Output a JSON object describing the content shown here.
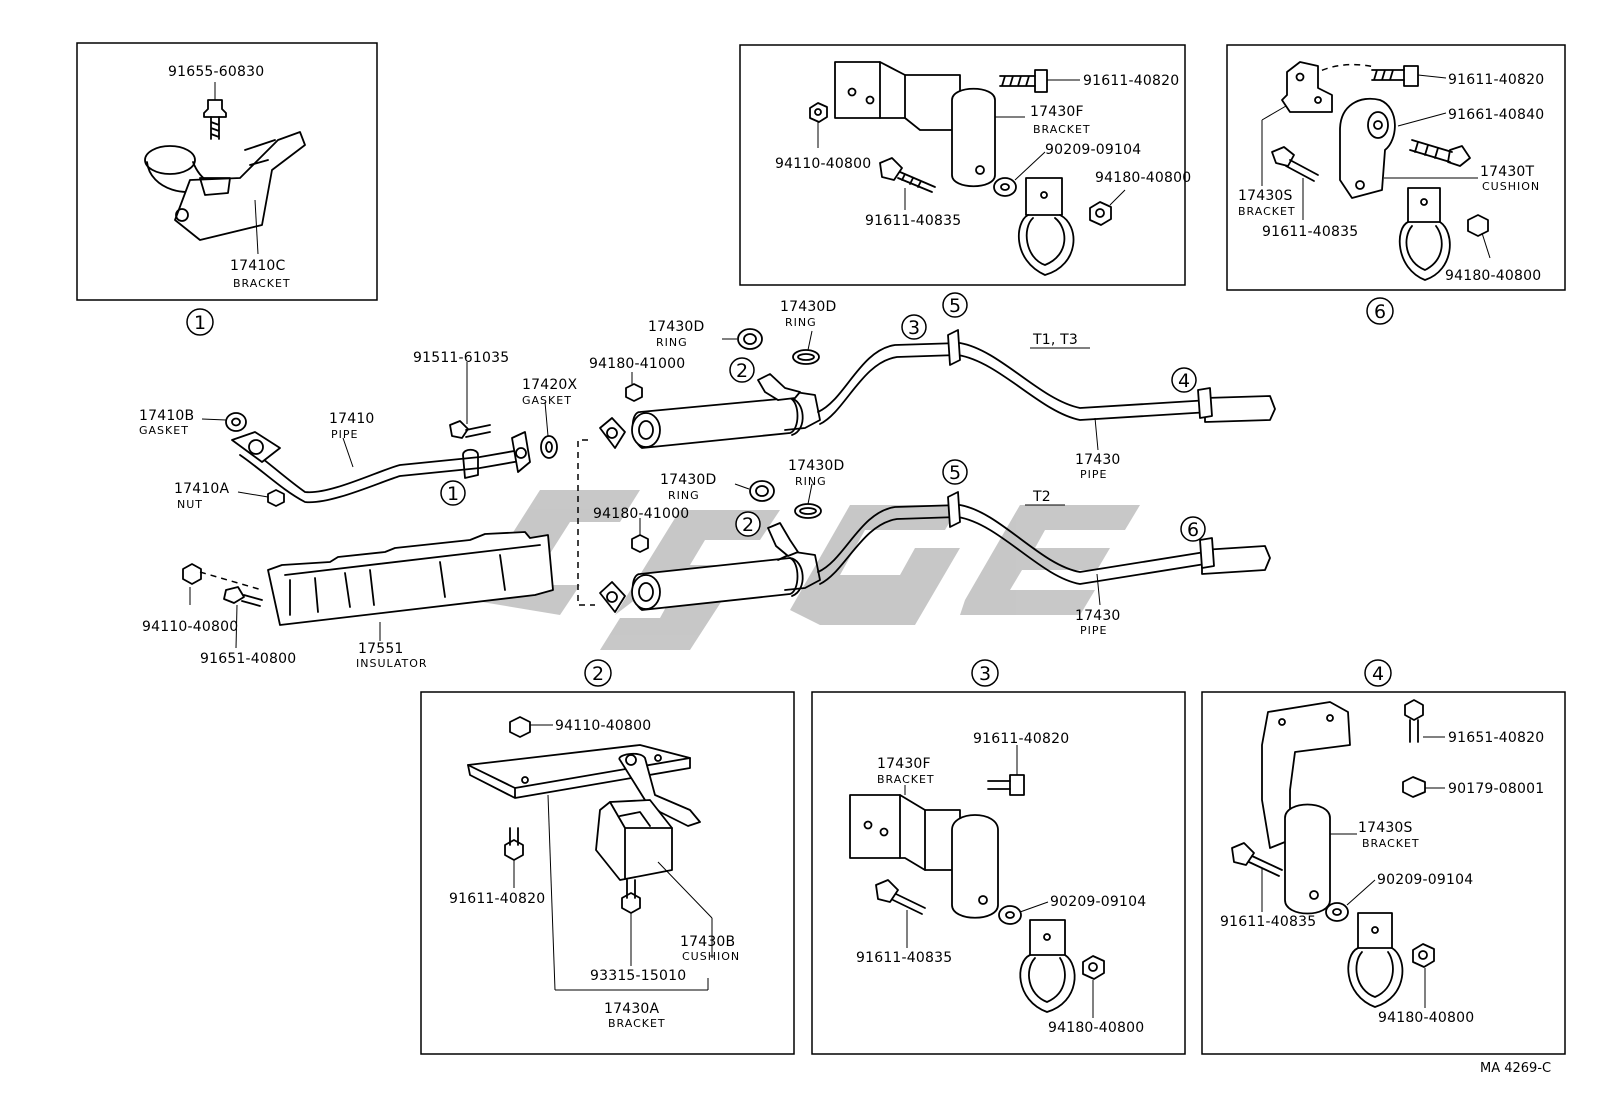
{
  "watermark": {
    "color": "#9a9a9a"
  },
  "reference": "MA 4269-C",
  "panels": [
    {
      "id": "1",
      "labels": [
        {
          "pn": "91655-60830"
        },
        {
          "pn": "17410C",
          "sub": "BRACKET"
        }
      ]
    },
    {
      "id": "5",
      "labels": [
        {
          "pn": "91611-40820"
        },
        {
          "pn": "17430F",
          "sub": "BRACKET"
        },
        {
          "pn": "94110-40800"
        },
        {
          "pn": "90209-09104"
        },
        {
          "pn": "94180-40800"
        },
        {
          "pn": "91611-40835"
        }
      ]
    },
    {
      "id": "6",
      "labels": [
        {
          "pn": "91611-40820"
        },
        {
          "pn": "91661-40840"
        },
        {
          "pn": "17430T",
          "sub": "CUSHION"
        },
        {
          "pn": "17430S",
          "sub": "BRACKET"
        },
        {
          "pn": "91611-40835"
        },
        {
          "pn": "94180-40800"
        }
      ]
    },
    {
      "id": "2",
      "labels": [
        {
          "pn": "94110-40800"
        },
        {
          "pn": "91611-40820"
        },
        {
          "pn": "17430B",
          "sub": "CUSHION"
        },
        {
          "pn": "93315-15010"
        },
        {
          "pn": "17430A",
          "sub": "BRACKET"
        }
      ]
    },
    {
      "id": "3",
      "labels": [
        {
          "pn": "91611-40820"
        },
        {
          "pn": "17430F",
          "sub": "BRACKET"
        },
        {
          "pn": "90209-09104"
        },
        {
          "pn": "91611-40835"
        },
        {
          "pn": "94180-40800"
        }
      ]
    },
    {
      "id": "4",
      "labels": [
        {
          "pn": "91651-40820"
        },
        {
          "pn": "90179-08001"
        },
        {
          "pn": "17430S",
          "sub": "BRACKET"
        },
        {
          "pn": "90209-09104"
        },
        {
          "pn": "91611-40835"
        },
        {
          "pn": "94180-40800"
        }
      ]
    }
  ],
  "main_labels": [
    {
      "pn": "17410B",
      "sub": "GASKET"
    },
    {
      "pn": "17410",
      "sub": "PIPE"
    },
    {
      "pn": "91511-61035"
    },
    {
      "pn": "17420X",
      "sub": "GASKET"
    },
    {
      "pn": "17410A",
      "sub": "NUT"
    },
    {
      "pn": "94110-40800"
    },
    {
      "pn": "91651-40800"
    },
    {
      "pn": "17551",
      "sub": "INSULATOR"
    },
    {
      "pn": "17430D",
      "sub": "RING"
    },
    {
      "pn": "17430D",
      "sub": "RING"
    },
    {
      "pn": "94180-41000"
    },
    {
      "pn": "17430D",
      "sub": "RING"
    },
    {
      "pn": "17430D",
      "sub": "RING"
    },
    {
      "pn": "94180-41000"
    },
    {
      "pn": "T1, T3"
    },
    {
      "pn": "T2"
    },
    {
      "pn": "17430",
      "sub": "PIPE"
    },
    {
      "pn": "17430",
      "sub": "PIPE"
    }
  ],
  "callouts": [
    "1",
    "2",
    "3",
    "4",
    "5",
    "2",
    "5",
    "6"
  ]
}
